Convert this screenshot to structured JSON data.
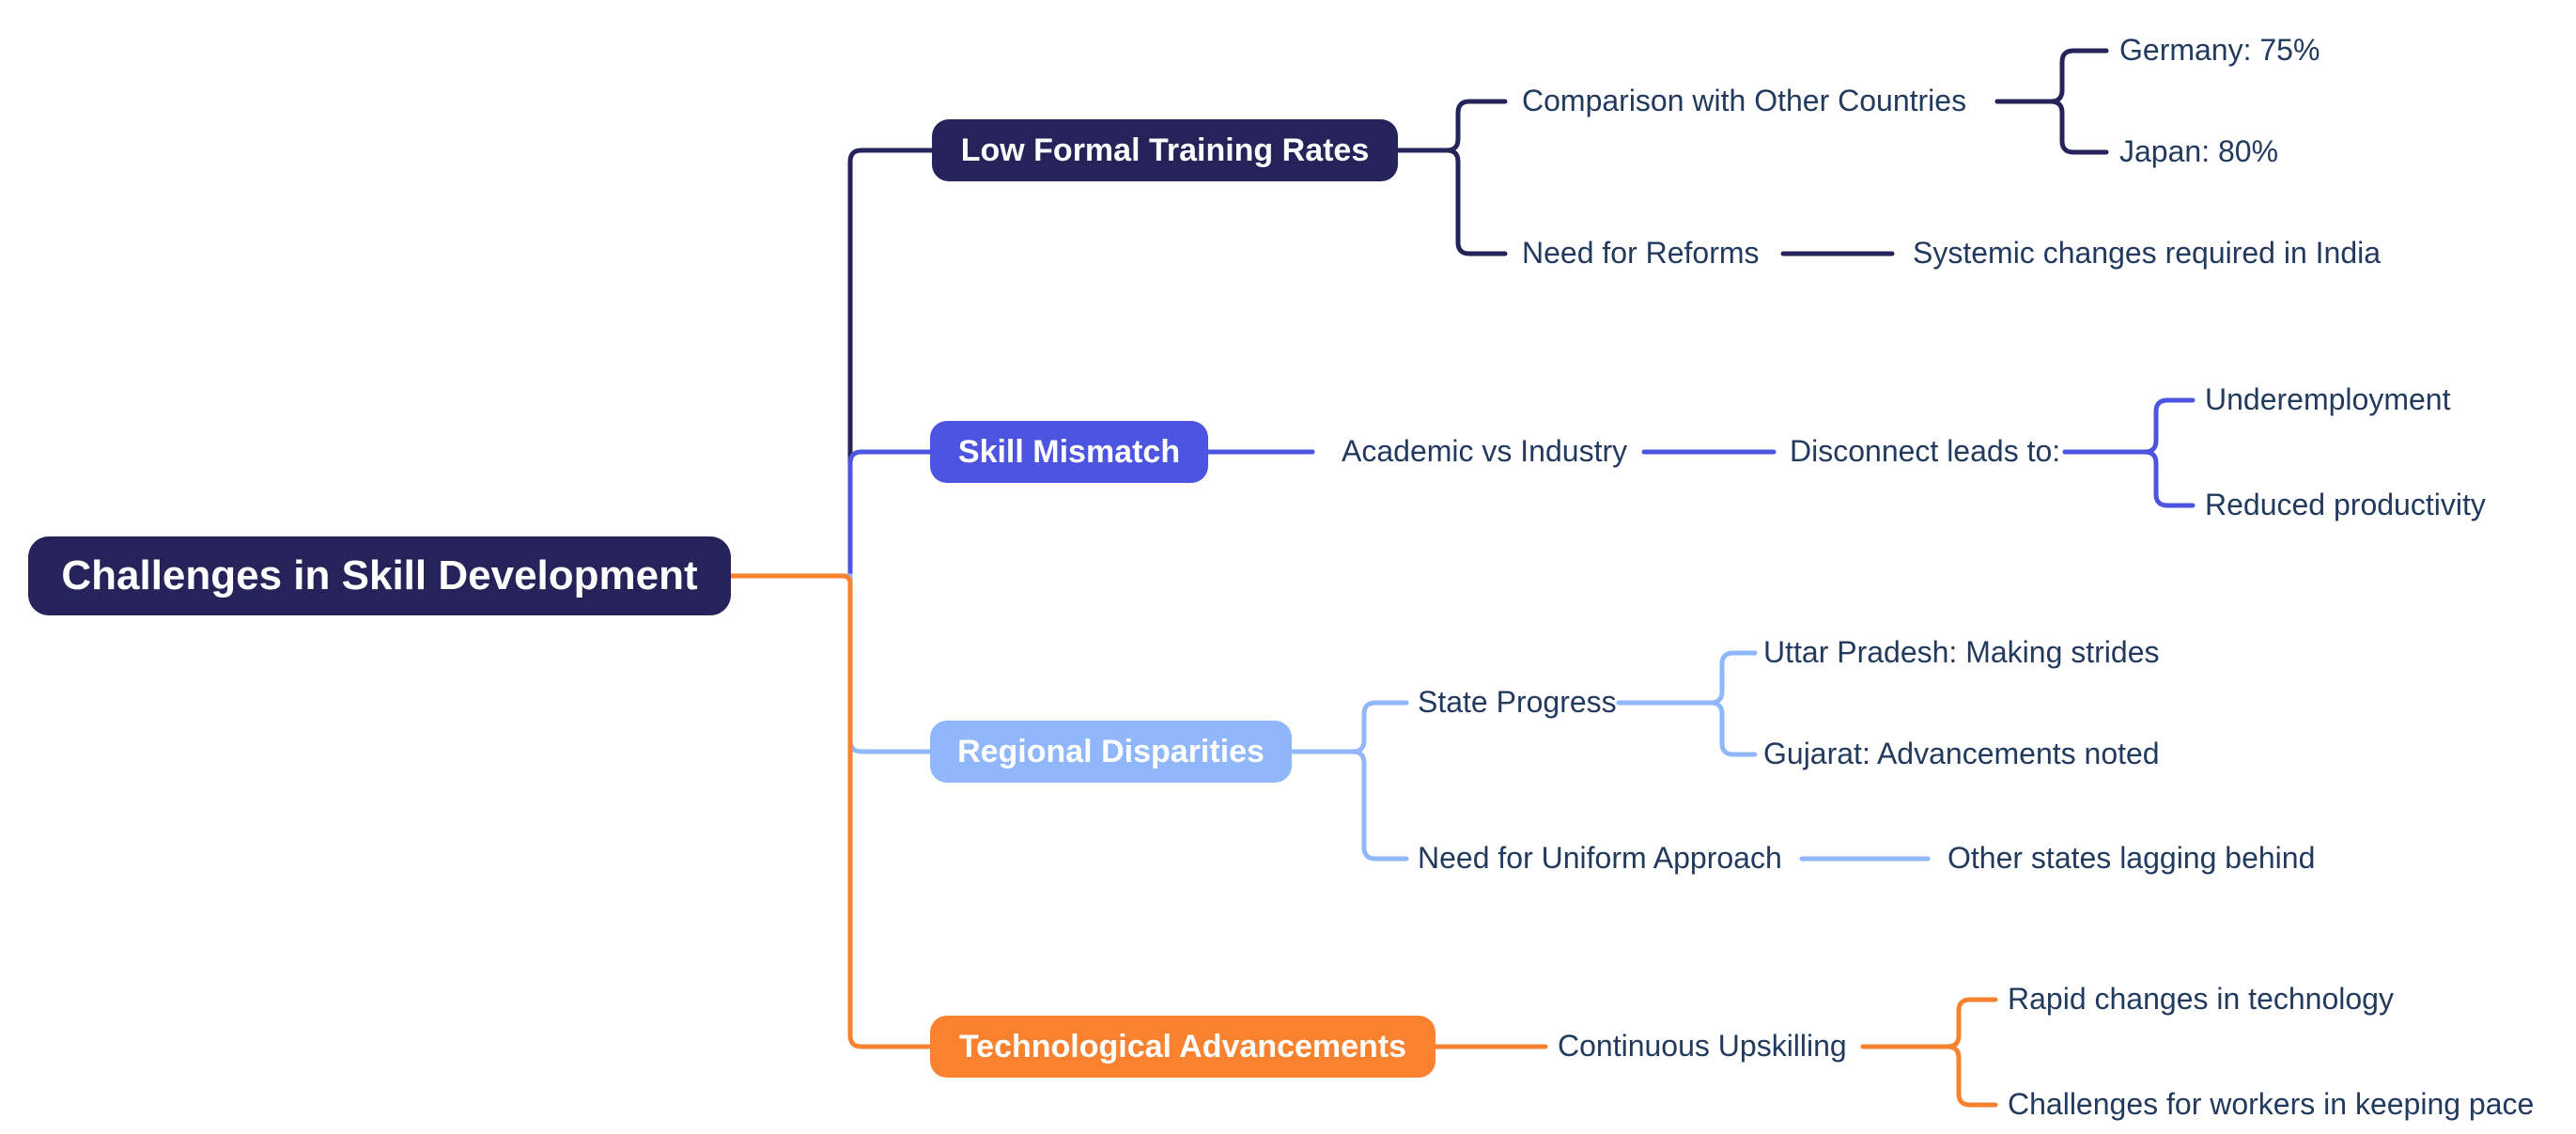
{
  "diagram_type": "mindmap",
  "title": "Challenges in Skill Development",
  "colors": {
    "background": "#ffffff",
    "navy": "#252359",
    "blue": "#4C54E0",
    "lightblue": "#8FB7F9",
    "orange": "#F8822F",
    "label_text": "#223A5E",
    "node_text": "#ffffff"
  },
  "root": {
    "label": "Challenges in Skill Development"
  },
  "branches": [
    {
      "label": "Low Formal Training Rates",
      "color": "#252359",
      "children": [
        {
          "label": "Comparison with Other Countries",
          "children": [
            {
              "label": "Germany: 75%"
            },
            {
              "label": "Japan: 80%"
            }
          ]
        },
        {
          "label": "Need for Reforms",
          "children": [
            {
              "label": "Systemic changes required in India"
            }
          ]
        }
      ]
    },
    {
      "label": "Skill Mismatch",
      "color": "#4C54E0",
      "children": [
        {
          "label": "Academic vs Industry",
          "children": [
            {
              "label": "Disconnect leads to:",
              "children": [
                {
                  "label": "Underemployment"
                },
                {
                  "label": "Reduced productivity"
                }
              ]
            }
          ]
        }
      ]
    },
    {
      "label": "Regional Disparities",
      "color": "#8FB7F9",
      "children": [
        {
          "label": "State Progress",
          "children": [
            {
              "label": "Uttar Pradesh: Making strides"
            },
            {
              "label": "Gujarat: Advancements noted"
            }
          ]
        },
        {
          "label": "Need for Uniform Approach",
          "children": [
            {
              "label": "Other states lagging behind"
            }
          ]
        }
      ]
    },
    {
      "label": "Technological Advancements",
      "color": "#F8822F",
      "children": [
        {
          "label": "Continuous Upskilling",
          "children": [
            {
              "label": "Rapid changes in technology"
            },
            {
              "label": "Challenges for workers in keeping pace"
            }
          ]
        }
      ]
    }
  ]
}
